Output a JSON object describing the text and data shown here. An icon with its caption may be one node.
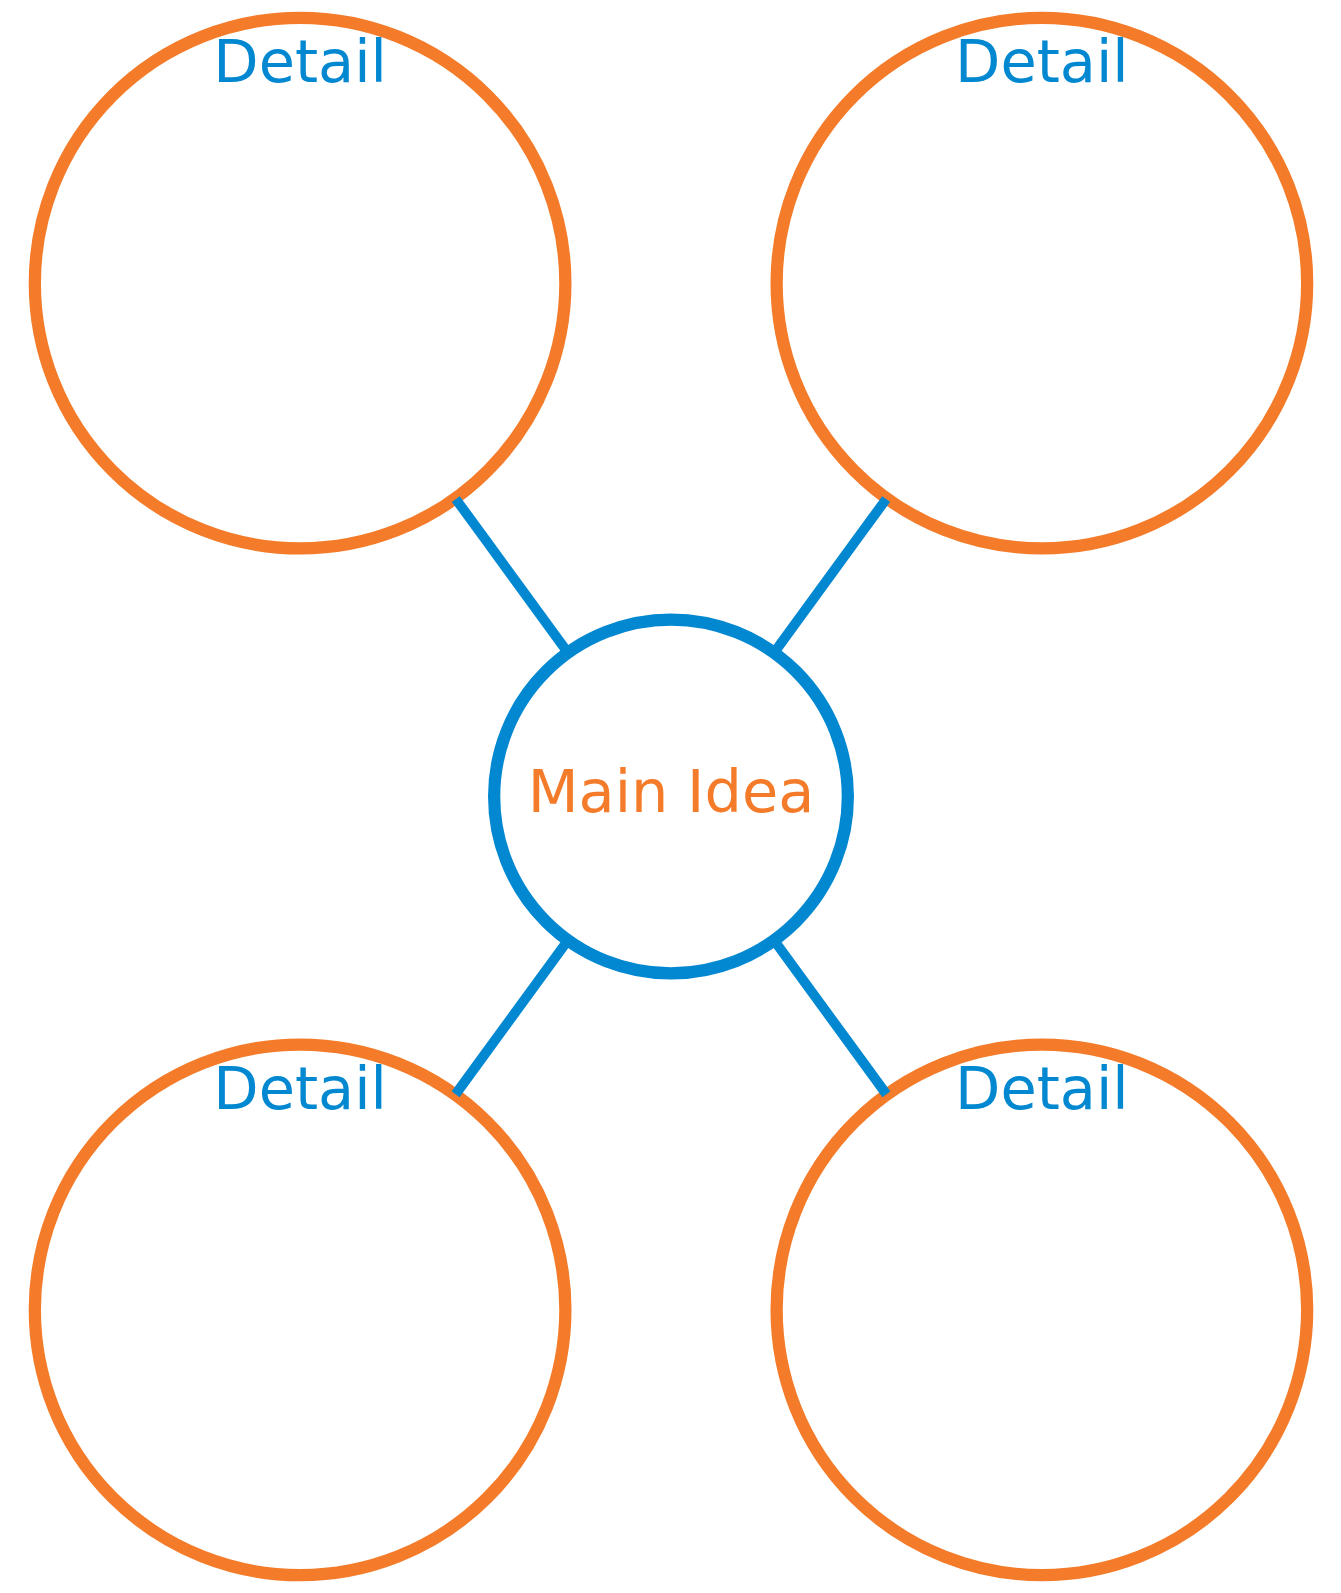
{
  "diagram": {
    "nodes": [
      {
        "text": [
          "Detail"
        ]
      },
      {
        "text": [
          "Detail"
        ]
      },
      {
        "text": [
          "Main Idea"
        ]
      },
      {
        "text": [
          "Detail"
        ]
      },
      {
        "text": [
          "Detail"
        ]
      }
    ],
    "edges": [
      {
        "from": 0,
        "to": 2,
        "arrow": "none"
      },
      {
        "from": 1,
        "to": 2,
        "arrow": "none"
      },
      {
        "from": 2,
        "to": 3,
        "arrow": "none"
      },
      {
        "from": 2,
        "to": 4,
        "arrow": "none"
      }
    ]
  }
}
